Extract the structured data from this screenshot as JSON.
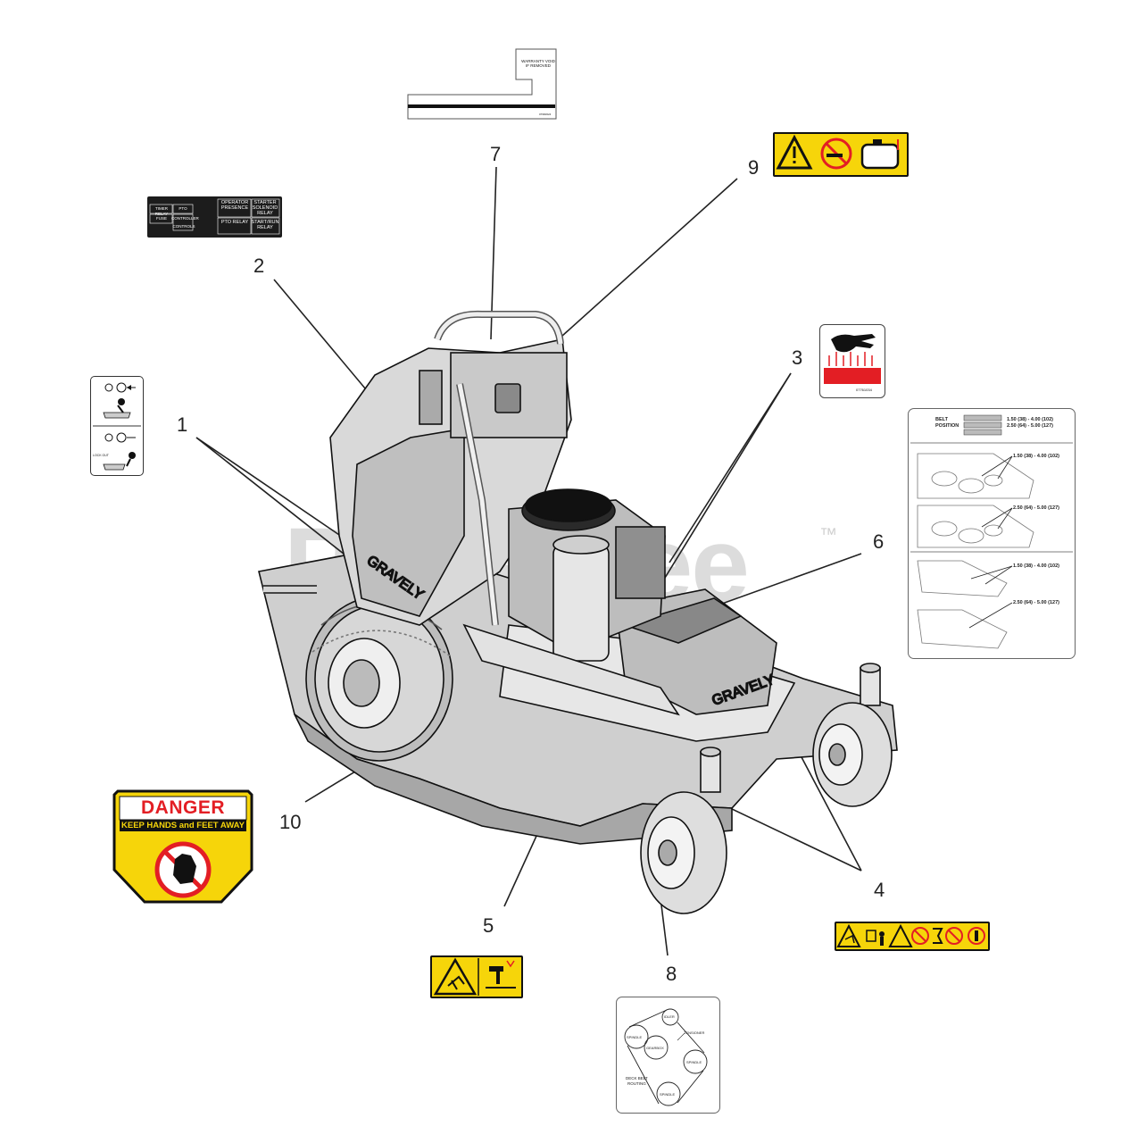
{
  "watermark": {
    "brand": "PartsTree",
    "tm": "™"
  },
  "callouts": {
    "c1": "1",
    "c2": "2",
    "c3": "3",
    "c4": "4",
    "c5": "5",
    "c6": "6",
    "c7": "7",
    "c8": "8",
    "c9": "9",
    "c10": "10"
  },
  "decals": {
    "warranty": {
      "line1": "WARRANTY VOID",
      "line2": "IF REMOVED",
      "part_no": "07960624"
    },
    "relay": {
      "timer_relay": "TIMER RELAY",
      "pto": "PTO",
      "fuse": "FUSE",
      "controller": "CONTROLLER",
      "controls": "CONTROLS",
      "operator_presence": "OPERATOR PRESENCE",
      "starter_solenoid": "STARTER SOLENOID RELAY",
      "pto_relay": "PTO RELAY",
      "start_run_relay": "START/RUN RELAY"
    },
    "hot": {
      "part_no": "07761034"
    },
    "operator": {
      "label": "LOCK OUT"
    },
    "belt": {
      "title_1": "BELT",
      "title_2": "POSITION",
      "pos1": "1.50 (38) - 4.00 (102)",
      "pos2": "2.50 (64) - 5.00 (127)"
    },
    "danger": {
      "heading": "DANGER",
      "subheading": "KEEP HANDS and FEET AWAY"
    },
    "routing": {
      "idler": "IDLER",
      "tensioner": "TENSIONER",
      "spindle": "SPINDLE",
      "gearbox": "GEARBOX",
      "caption_1": "DECK BELT",
      "caption_2": "ROUTING"
    }
  },
  "colors": {
    "warning_yellow": "#f6d50a",
    "danger_red": "#e31e24",
    "outline": "#111111",
    "watermark_gray": "#d9d9d9"
  }
}
